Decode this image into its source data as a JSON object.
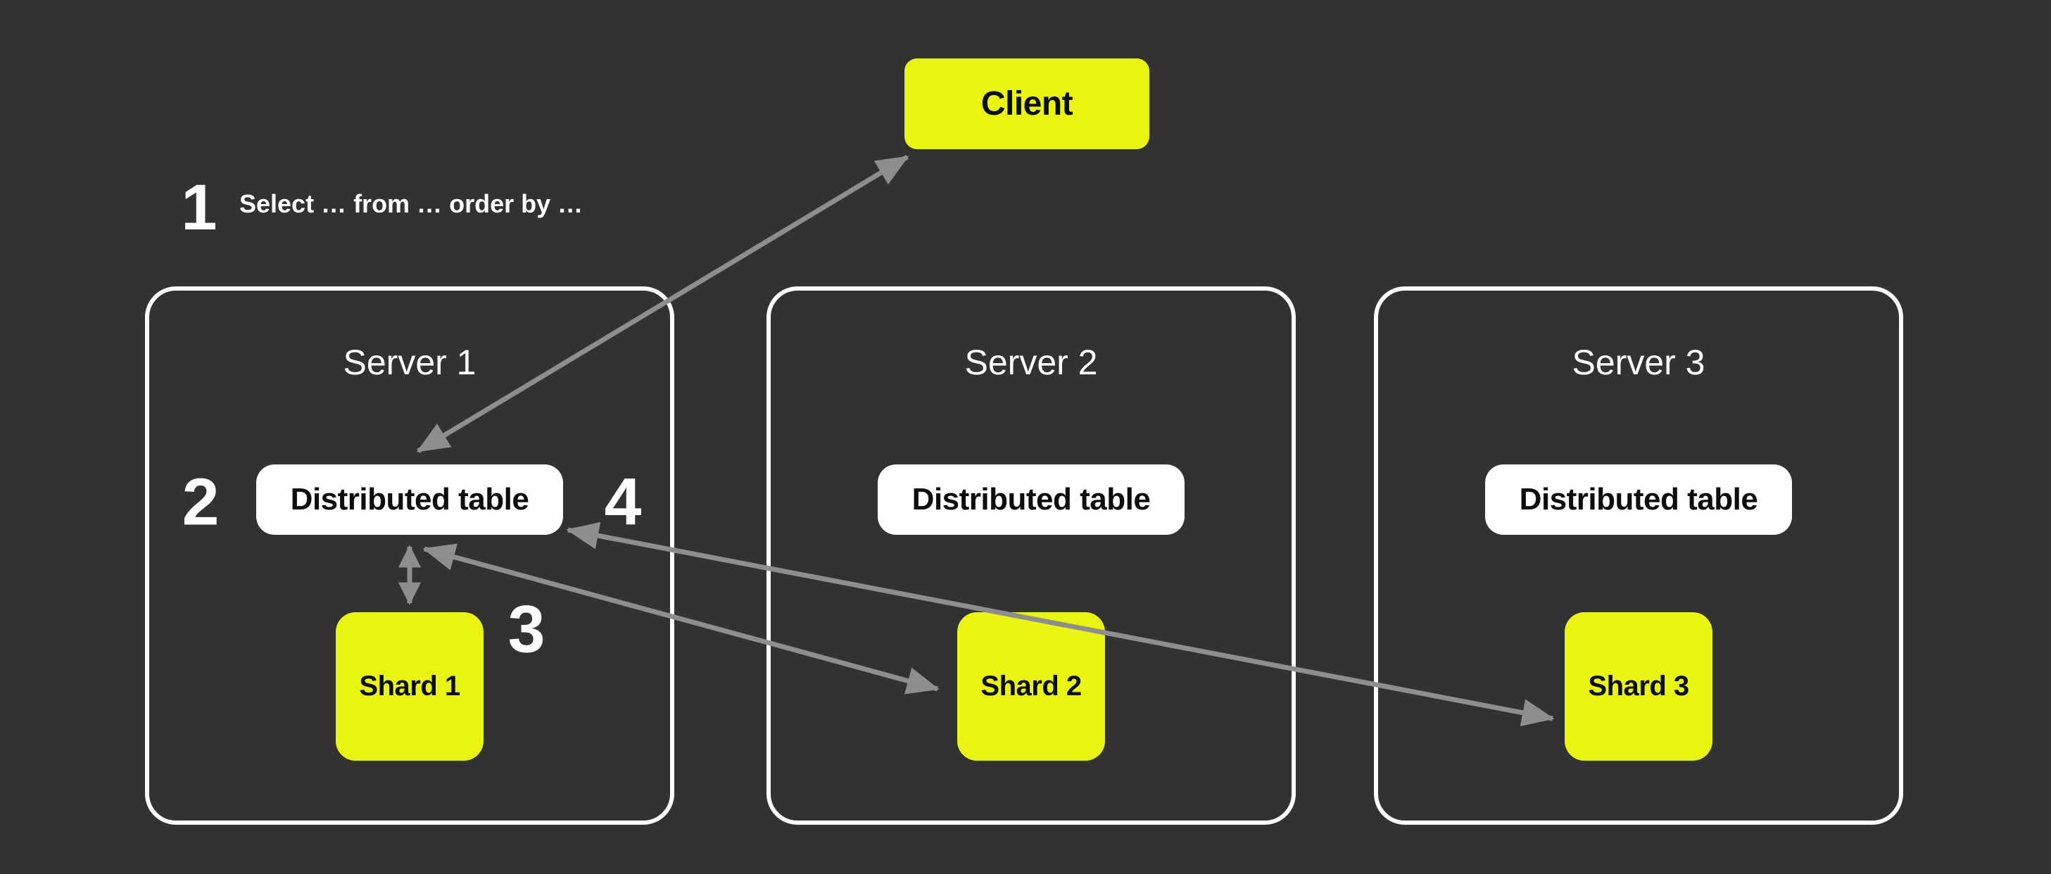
{
  "colors": {
    "background": "#323232",
    "accent_yellow": "#EAF412",
    "arrow_gray": "#8E8E8E",
    "box_white": "#FFFFFF",
    "text_dark": "#0D0D0D",
    "text_light": "#FFFFFF"
  },
  "client": {
    "label": "Client"
  },
  "annotations": {
    "step1": {
      "number": "1",
      "text": "Select … from … order by …"
    },
    "step2": {
      "number": "2"
    },
    "step3": {
      "number": "3"
    },
    "step4": {
      "number": "4"
    }
  },
  "servers": [
    {
      "title": "Server 1",
      "table": "Distributed table",
      "shard": "Shard 1"
    },
    {
      "title": "Server 2",
      "table": "Distributed table",
      "shard": "Shard 2"
    },
    {
      "title": "Server 3",
      "table": "Distributed table",
      "shard": "Shard 3"
    }
  ]
}
